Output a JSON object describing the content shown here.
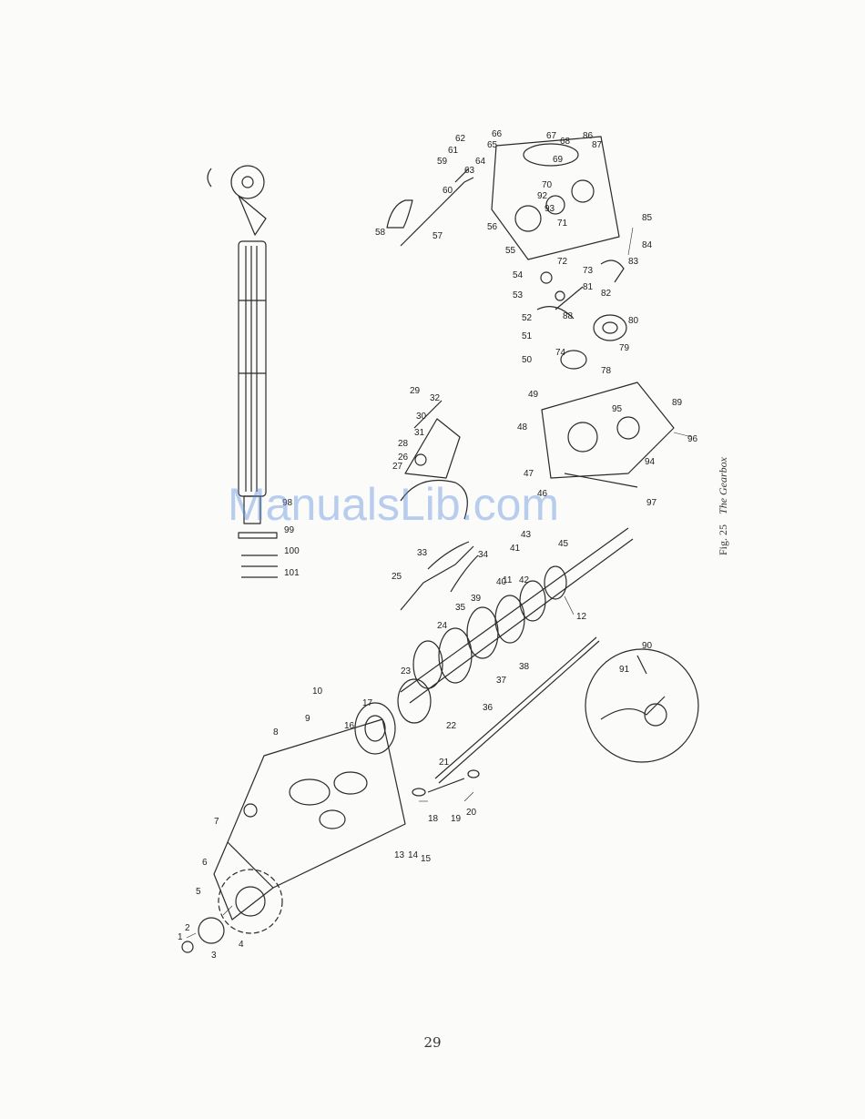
{
  "document": {
    "page_number": "29",
    "figure_label": "Fig. 25",
    "figure_title": "The Gearbox",
    "watermark": "ManualsLib.com",
    "colors": {
      "ink": "#2a2a2a",
      "paper": "#fbfbfa",
      "watermark": "#5a8cdc"
    },
    "part_callouts": [
      "1",
      "2",
      "3",
      "4",
      "5",
      "6",
      "7",
      "8",
      "9",
      "10",
      "11",
      "12",
      "13",
      "14",
      "15",
      "16",
      "17",
      "18",
      "19",
      "20",
      "21",
      "22",
      "23",
      "24",
      "25",
      "26",
      "27",
      "28",
      "29",
      "30",
      "31",
      "32",
      "33",
      "34",
      "35",
      "36",
      "37",
      "38",
      "39",
      "40",
      "41",
      "42",
      "43",
      "45",
      "46",
      "47",
      "48",
      "49",
      "50",
      "51",
      "52",
      "53",
      "54",
      "55",
      "56",
      "57",
      "58",
      "59",
      "60",
      "61",
      "62",
      "63",
      "64",
      "65",
      "66",
      "67",
      "68",
      "69",
      "70",
      "71",
      "72",
      "73",
      "74",
      "78",
      "79",
      "80",
      "81",
      "82",
      "83",
      "84",
      "85",
      "86",
      "87",
      "88",
      "89",
      "90",
      "91",
      "92",
      "93",
      "94",
      "95",
      "96",
      "97",
      "98",
      "99",
      "100",
      "101"
    ]
  }
}
